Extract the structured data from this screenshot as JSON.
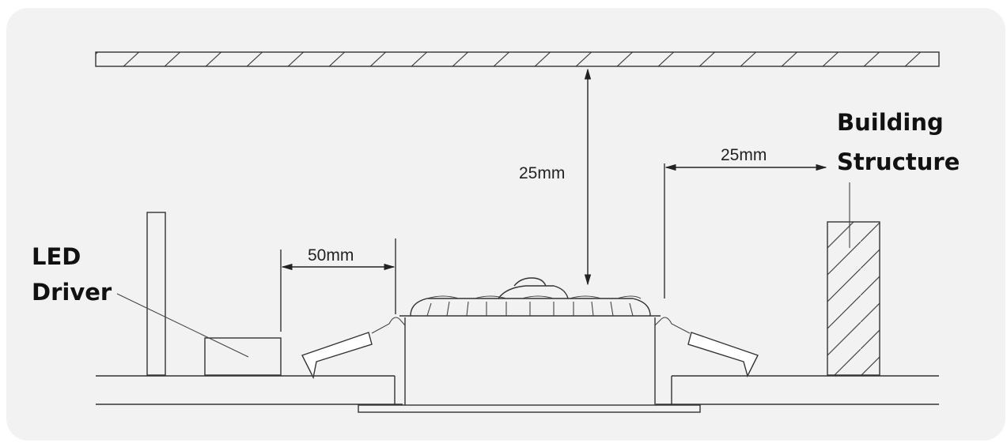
{
  "diagram": {
    "ceiling_clearance": "25mm",
    "side_clearance_structure": "25mm",
    "side_clearance_driver": "50mm",
    "led_driver_label": [
      "LED",
      "Driver"
    ],
    "building_structure_label": [
      "Building",
      "Structure"
    ]
  }
}
